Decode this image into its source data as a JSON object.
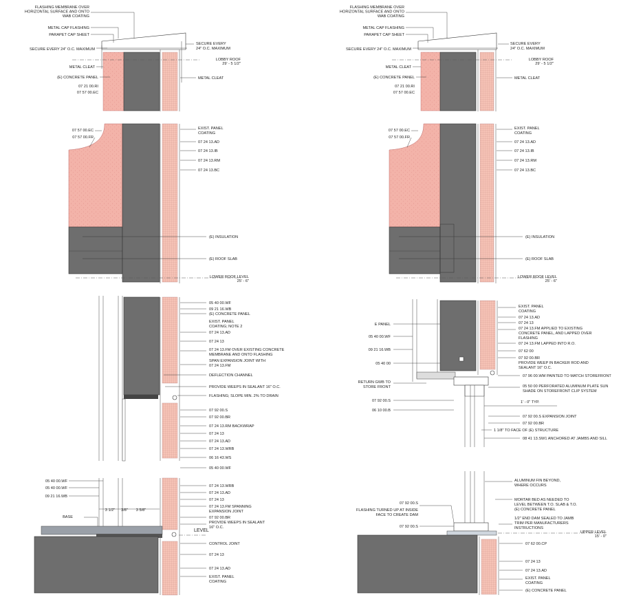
{
  "details": {
    "tl": {
      "flashing_membrane": "FLASHING MEMBRANE OVER HORIZONTAL SURFACE AND ONTO WAB COATING",
      "metal_cap_flashing": "METAL CAP FLASHING",
      "parapet_cap_sheet": "PARAPET CAP SHEET",
      "secure_left": "SECURE EVERY 24\" O.C. MAXIMUM",
      "secure_right_1": "SECURE EVERY",
      "secure_right_2": "24\" O.C. MAXIMUM",
      "lobby_roof": "LOBBY ROOF",
      "lobby_roof_elev": "29' - 5 1/2\"",
      "metal_cleat_left": "METAL CLEAT",
      "concrete_panel": "(E) CONCRETE PANEL",
      "metal_cleat_right": "METAL CLEAT",
      "k072100": "07 21 00.RI",
      "k075700": "07 57 00.EC"
    },
    "tr": {
      "flashing_membrane": "FLASHING MEMBRANE OVER HORIZONTAL SURFACE AND ONTO WAB COATING",
      "metal_cap_flashing": "METAL CAP FLASHING",
      "parapet_cap_sheet": "PARAPET CAP SHEET",
      "secure_left": "SECURE EVERY 24\" O.C. MAXIMUM",
      "secure_right_1": "SECURE EVERY",
      "secure_right_2": "24\" O.C. MAXIMUM",
      "lobby_roof": "LOBBY ROOF",
      "lobby_roof_elev": "29' - 5 1/2\"",
      "metal_cleat_left": "METAL CLEAT",
      "concrete_panel": "(E) CONCRETE PANEL",
      "metal_cleat_right": "METAL CLEAT",
      "k072100": "07 21 00.RI",
      "k075700": "07 57 00.EC"
    },
    "ml": {
      "k_ec": "07 57 00.EC",
      "k_fr": "07 57 00.FR",
      "exist_panel_1": "EXIST. PANEL",
      "exist_panel_2": "COATING",
      "k_ad": "07 24 13.AD",
      "k_ib": "07 24 13.IB",
      "k_rm": "07 24 13.RM",
      "k_bc": "07 24 13.BC",
      "insulation": "(E) INSULATION",
      "roof_slab": "(E) ROOF SLAB",
      "lower_roof": "LOWER ROOF LEVEL",
      "lower_roof_elev": "25' - 6\""
    },
    "mr": {
      "k_ec": "07 57 00.EC",
      "k_fr": "07 57 00.FR",
      "exist_panel_1": "EXIST. PANEL",
      "exist_panel_2": "COATING",
      "k_ad": "07 24 13.AD",
      "k_ib": "07 24 13.IB",
      "k_rm": "07 24 13.RM",
      "k_bc": "07 24 13.BC",
      "insulation": "(E) INSULATION",
      "roof_slab": "(E) ROOF SLAB",
      "lower_roof": "LOWER ROOF LEVEL",
      "lower_roof_elev": "25' - 6\""
    },
    "sl": {
      "k_wf": "05 40 00.WF",
      "k_wb": "09 21 16.WB",
      "concrete_panel": "(E) CONCRETE PANEL",
      "exist_panel_1": "EXIST. PANEL",
      "exist_panel_2": "COATING; NOTE 2",
      "k_ad": "07 24 13.AD",
      "k_24": "07 24 13",
      "fm_1": "07 24 13.FM OVER EXISTING CONCRETE",
      "fm_2": "MEMBRANE AND ONTO FLASHING",
      "span_1": "SPAN EXPANSION JOINT WITH",
      "span_2": "07 24 13.FM",
      "deflection": "DEFLECTION CHANNEL",
      "weeps": "PROVIDE WEEPS IN SEALANT 16\" O.C.",
      "flashing_slope": "FLASHING; SLOPE MIN. 2% TO DRAIN",
      "k_92s": "07 92 00.S",
      "k_92br": "07 92 00.BR",
      "backwrap": "07 24 13.RM BACKWRAP",
      "k_24b": "07 24 13",
      "k_adb": "07 24 13.AD",
      "k_wrb": "07 24 13.WRB",
      "k_ws": "06 16 43.WS",
      "k_wf2": "05 40 00.WF"
    },
    "sr": {
      "e_panel": "E PANEL",
      "k_wf": "05 40 00.WF",
      "k_wb": "09 21 16.WB",
      "k_054": "05 40 00",
      "exist_panel_1": "EXIST. PANEL",
      "exist_panel_2": "COATING",
      "k_ad": "07 24 13.AD",
      "k_24": "07 24 13",
      "fm_1": "07 24 13.FM APPLIED TO EXISTING",
      "fm_2": "CONCRETE PANEL, AND LAPPED OVER",
      "fm_3": "FLASHING",
      "fm_ro": "07 24 13.FM LAPPED INTO R.O.",
      "k_762": "07 62 00",
      "k_92br": "07 92 00.BR",
      "weep_1": "PROVIDE WEEP IN BACKER ROD AND",
      "weep_2": "SEALANT 16\" O.C.",
      "return_1": "RETURN GWB TO",
      "return_2": "STORE FRONT",
      "wm": "07 96 00.WM PAINTED TO MATCH STOREFRONT",
      "perf_1": "05 50 00 PERFORATED ALUMINUM PLATE SUN",
      "perf_2": "SHADE ON STOREFRONT CLIP SYSTEM",
      "typ": "1' - 0\" TYP.",
      "k_92s": "07 92 00.S",
      "k_db": "06 10 00.B",
      "exp_joint": "07 92 00.S EXPANSION JOINT",
      "k_92br2": "07 92 00.BR",
      "face_struct": "1 1/8\" TO FACE OF (E) STRUCTURE",
      "sw1": "08 41 13.SW1 ANCHORED AT JAMBS AND SILL"
    },
    "bl": {
      "k_wf1": "05 40 00.WF",
      "k_wf2": "05 40 00.WF",
      "k_wb": "09 21 16.WB",
      "base": "BASE",
      "dim1": "3 1/2\"",
      "dim2": "3/8\"",
      "dim3": "3 5/8\"",
      "k_wrb": "07 24 13.WRB",
      "k_ad": "07 24 13.AD",
      "k_24": "07 24 13",
      "fm_1": "07 24 13.FM SPANNING",
      "fm_2": "EXPANSION JOINT",
      "k_92br": "07 92 00.BR",
      "weeps_1": "PROVIDE WEEPS IN SEALANT",
      "weeps_2": "16\" O.C.",
      "level": "LEVEL",
      "control_joint": "CONTROL JOINT",
      "k_24b": "07 24 13",
      "k_adb": "07 24 13.AD",
      "exist_1": "EXIST. PANEL",
      "exist_2": "COATING"
    },
    "br": {
      "alum_1": "ALUMINUM FIN BEYOND,",
      "alum_2": "WHERE OCCURS",
      "k_92s": "07 92 00.S",
      "flash_1": "FLASHING TURNED UP AT INSIDE",
      "flash_2": "FACE TO CREATE DAM",
      "k_92s2": "07 92 00.S",
      "mortar_1": "MORTAR BED AS NEEDED TO",
      "mortar_2": "LEVEL BETWEEN T.O. SLAB & T.O.",
      "mortar_3": "(E) CONCRETE PANEL",
      "dam_1": "1/2\" END DAM SEALED TO JAMB",
      "dam_2": "TRIM PER MANUFACTURERS",
      "dam_3": "INSTRUCTIONS",
      "upper_level": "UPPER LEVEL",
      "upper_elev": "15' - 0\"",
      "k_cp": "07 62 00.CP",
      "k_24": "07 24 13",
      "k_ad": "07 24 13.AD",
      "exist_1": "EXIST. PANEL",
      "exist_2": "COATING",
      "concrete": "(E) CONCRETE PANEL"
    }
  }
}
